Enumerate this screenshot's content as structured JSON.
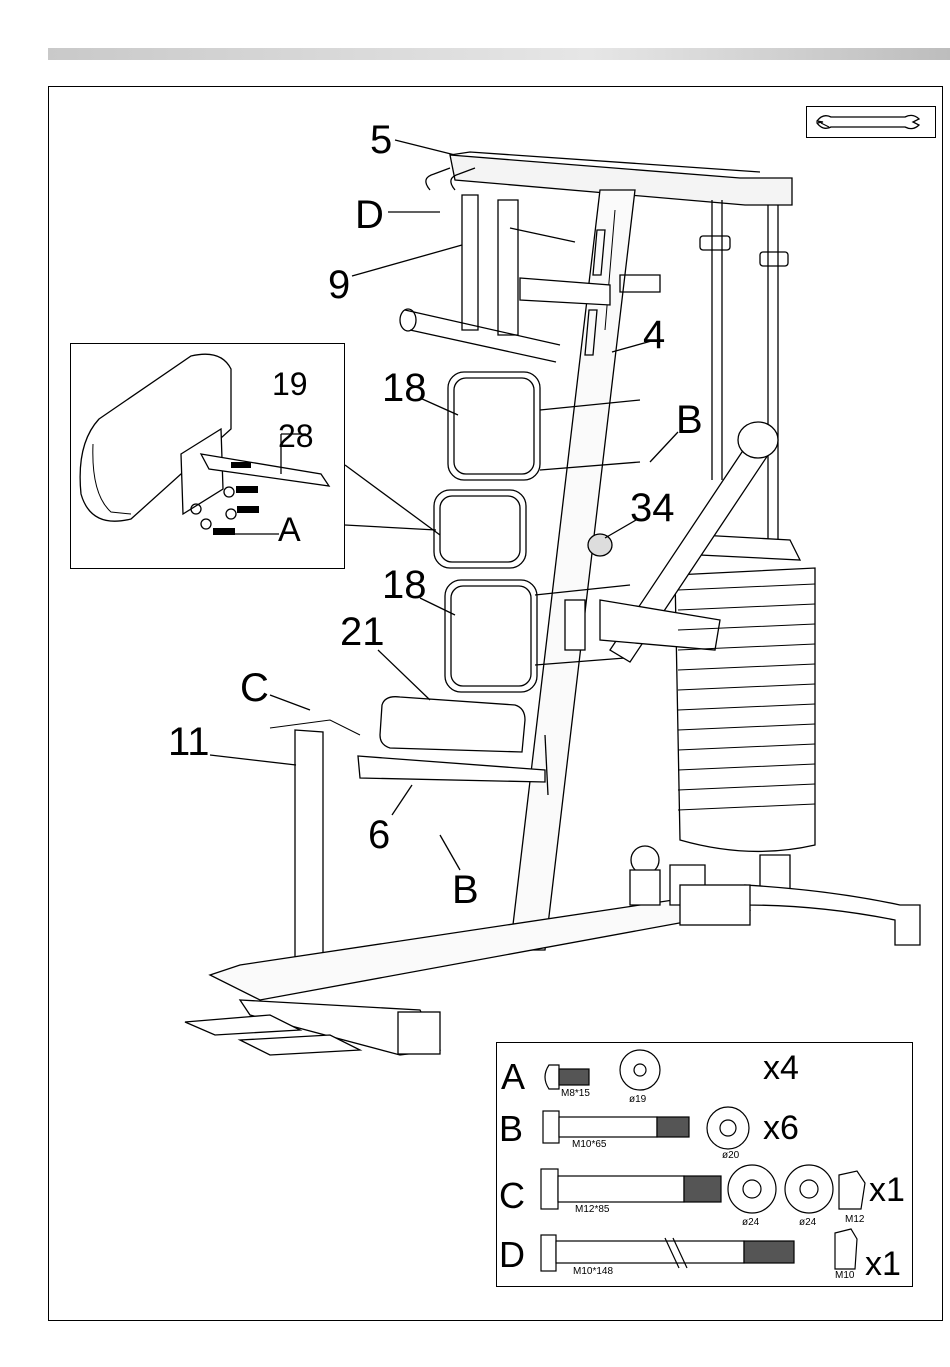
{
  "callouts": {
    "c5": "5",
    "cD": "D",
    "c9": "9",
    "c4": "4",
    "c19": "19",
    "c28": "28",
    "cA": "A",
    "c18a": "18",
    "cB1": "B",
    "c34": "34",
    "c18b": "18",
    "c21": "21",
    "cC": "C",
    "c11": "11",
    "c6": "6",
    "cB2": "B"
  },
  "tool_icon": "wrench-icon",
  "hardware": [
    {
      "letter": "A",
      "bolt": "M8*15",
      "washers": [
        "ø19"
      ],
      "nut": "",
      "qty": "x4"
    },
    {
      "letter": "B",
      "bolt": "M10*65",
      "washers": [
        "ø20"
      ],
      "nut": "",
      "qty": "x6"
    },
    {
      "letter": "C",
      "bolt": "M12*85",
      "washers": [
        "ø24",
        "ø24"
      ],
      "nut": "M12",
      "qty": "x1"
    },
    {
      "letter": "D",
      "bolt": "M10*148",
      "washers": [],
      "nut": "M10",
      "qty": "x1"
    }
  ]
}
